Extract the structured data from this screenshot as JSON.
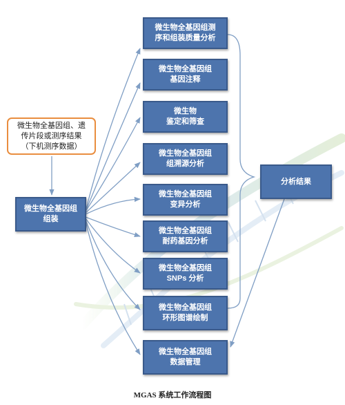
{
  "input": {
    "line1": "微生物全基因组、遗",
    "line2": "传片段或测序结果",
    "line3": "（下机测序数据）"
  },
  "assembly": {
    "line1": "微生物全基因组",
    "line2": "组装"
  },
  "modules": [
    {
      "line1": "微生物全基因组测",
      "line2": "序和组装质量分析"
    },
    {
      "line1": "微生物全基因组",
      "line2": "基因注释"
    },
    {
      "line1": "微生物",
      "line2": "鉴定和筛查"
    },
    {
      "line1": "微生物全基因组",
      "line2": "组溯源分析"
    },
    {
      "line1": "微生物全基因组",
      "line2": "变异分析"
    },
    {
      "line1": "微生物全基因组",
      "line2": "耐药基因分析"
    },
    {
      "line1": "微生物全基因组",
      "line2": "SNPs 分析"
    },
    {
      "line1": "微生物全基因组",
      "line2": "环形图谱绘制"
    },
    {
      "line1": "微生物全基因组",
      "line2": "数据管理"
    }
  ],
  "result": {
    "label": "分析结果"
  },
  "caption": "MGAS 系统工作流程图",
  "colors": {
    "box_fill": "#4d74ad",
    "box_border": "#39598a",
    "input_border": "#e98d3e",
    "arrow": "#7f9ec4"
  }
}
